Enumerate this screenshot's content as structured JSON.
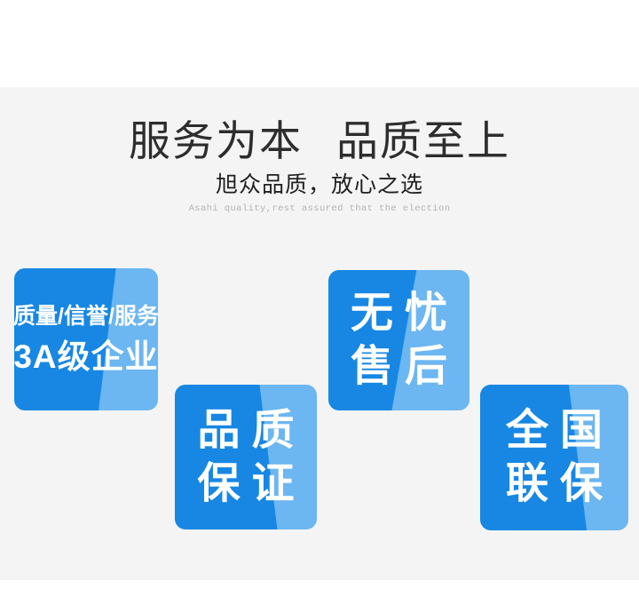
{
  "page": {
    "top_band_color": "#ffffff",
    "content_band_color": "#f4f4f4",
    "bottom_band_color": "#ffffff"
  },
  "colors": {
    "badge_dark_blue": "#1787e3",
    "badge_light_blue": "#6cb6f1",
    "badge_text": "#ffffff",
    "title_text": "#2d2d2d",
    "subtitle_cn_text": "#1f1f1f",
    "subtitle_en_text": "#b3b3b3"
  },
  "header": {
    "title_part1": "服务为本",
    "title_part2": "品质至上",
    "subtitle_cn": "旭众品质，放心之选",
    "subtitle_en": "Asahi quality,rest assured that the election"
  },
  "badges": [
    {
      "id": "3a-enterprise",
      "line1": "质量/信誉/服务",
      "line2": "3A级企业"
    },
    {
      "id": "quality-guarantee",
      "line1": "品质",
      "line2": "保证"
    },
    {
      "id": "worry-free-after-sales",
      "line1": "无忧",
      "line2": "售后"
    },
    {
      "id": "nationwide-warranty",
      "line1": "全国",
      "line2": "联保"
    }
  ]
}
